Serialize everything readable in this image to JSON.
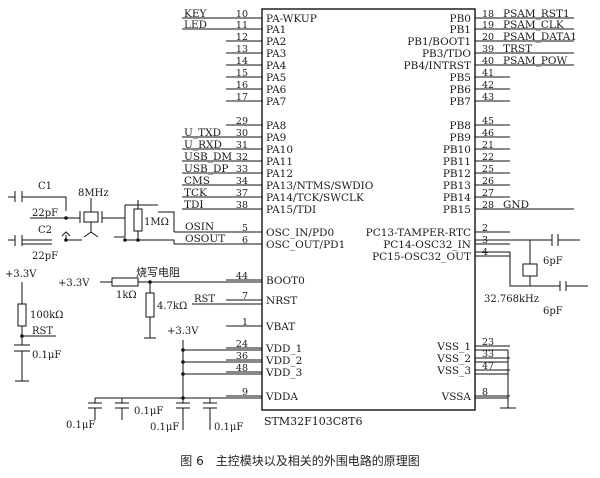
{
  "mcu": {
    "part_number": "STM32F103C8T6",
    "left_pins": [
      {
        "num": "10",
        "name": "PA-WKUP",
        "net": "KEY"
      },
      {
        "num": "11",
        "name": "PA1",
        "net": "LED"
      },
      {
        "num": "12",
        "name": "PA2",
        "net": ""
      },
      {
        "num": "13",
        "name": "PA3",
        "net": ""
      },
      {
        "num": "14",
        "name": "PA4",
        "net": ""
      },
      {
        "num": "15",
        "name": "PA5",
        "net": ""
      },
      {
        "num": "16",
        "name": "PA6",
        "net": ""
      },
      {
        "num": "17",
        "name": "PA7",
        "net": ""
      },
      {
        "num": "29",
        "name": "PA8",
        "net": ""
      },
      {
        "num": "30",
        "name": "PA9",
        "net": "U_TXD"
      },
      {
        "num": "31",
        "name": "PA10",
        "net": "U_RXD"
      },
      {
        "num": "32",
        "name": "PA11",
        "net": "USB_DM"
      },
      {
        "num": "33",
        "name": "PA12",
        "net": "USB_DP"
      },
      {
        "num": "34",
        "name": "PA13/NTMS/SWDIO",
        "net": "CMS"
      },
      {
        "num": "37",
        "name": "PA14/TCK/SWCLK",
        "net": "TCK"
      },
      {
        "num": "38",
        "name": "PA15/TDI",
        "net": "TDI"
      },
      {
        "num": "5",
        "name": "OSC_IN/PD0",
        "net": "OSIN"
      },
      {
        "num": "6",
        "name": "OSC_OUT/PD1",
        "net": "OSOUT"
      },
      {
        "num": "44",
        "name": "BOOT0",
        "net": ""
      },
      {
        "num": "7",
        "name": "NRST",
        "net": "RST"
      },
      {
        "num": "1",
        "name": "VBAT",
        "net": ""
      },
      {
        "num": "24",
        "name": "VDD_1",
        "net": ""
      },
      {
        "num": "36",
        "name": "VDD_2",
        "net": ""
      },
      {
        "num": "48",
        "name": "VDD_3",
        "net": ""
      },
      {
        "num": "9",
        "name": "VDDA",
        "net": ""
      }
    ],
    "right_pins": [
      {
        "num": "18",
        "name": "PB0",
        "net": "PSAM_RST1"
      },
      {
        "num": "19",
        "name": "PB1",
        "net": "PSAM_CLK"
      },
      {
        "num": "20",
        "name": "PB1/BOOT1",
        "net": "PSAM_DATA1"
      },
      {
        "num": "39",
        "name": "PB3/TDO",
        "net": "TRST"
      },
      {
        "num": "40",
        "name": "PB4/INTRST",
        "net": "PSAM_POW"
      },
      {
        "num": "41",
        "name": "PB5",
        "net": ""
      },
      {
        "num": "42",
        "name": "PB6",
        "net": ""
      },
      {
        "num": "43",
        "name": "PB7",
        "net": ""
      },
      {
        "num": "45",
        "name": "PB8",
        "net": ""
      },
      {
        "num": "46",
        "name": "PB9",
        "net": ""
      },
      {
        "num": "21",
        "name": "PB10",
        "net": ""
      },
      {
        "num": "22",
        "name": "PB11",
        "net": ""
      },
      {
        "num": "25",
        "name": "PB12",
        "net": ""
      },
      {
        "num": "26",
        "name": "PB13",
        "net": ""
      },
      {
        "num": "27",
        "name": "PB14",
        "net": ""
      },
      {
        "num": "28",
        "name": "PB15",
        "net": "GND"
      },
      {
        "num": "2",
        "name": "PC13-TAMPER-RTC",
        "net": ""
      },
      {
        "num": "3",
        "name": "PC14-OSC32_IN",
        "net": ""
      },
      {
        "num": "4",
        "name": "PC15-OSC32_OUT",
        "net": ""
      },
      {
        "num": "23",
        "name": "VSS_1",
        "net": ""
      },
      {
        "num": "33",
        "name": "VSS_2",
        "net": ""
      },
      {
        "num": "47",
        "name": "VSS_3",
        "net": ""
      },
      {
        "num": "8",
        "name": "VSSA",
        "net": ""
      }
    ]
  },
  "parts": {
    "c1": "C1",
    "c1_value": "22pF",
    "c2": "C2",
    "c2_value": "22pF",
    "crystal_main": "8MHz",
    "r_osc": "1MΩ",
    "boot_supply": "+3.3V",
    "boot_label": "烧写电阻",
    "r_boot": "1kΩ",
    "r_pulldown": "4.7kΩ",
    "rst_net": "RST",
    "reset_supply": "+3.3V",
    "r_reset": "100kΩ",
    "reset_net": "RST",
    "c_reset": "0.1μF",
    "vdd_supply": "+3.3V",
    "decap_1": "0.1μF",
    "decap_2": "0.1μF",
    "decap_3": "0.1μF",
    "decap_4": "0.1μF",
    "c_rtc_1": "6pF",
    "c_rtc_2": "6pF",
    "crystal_rtc": "32.768kHz"
  },
  "caption": "图 6　主控模块以及相关的外围电路的原理图"
}
